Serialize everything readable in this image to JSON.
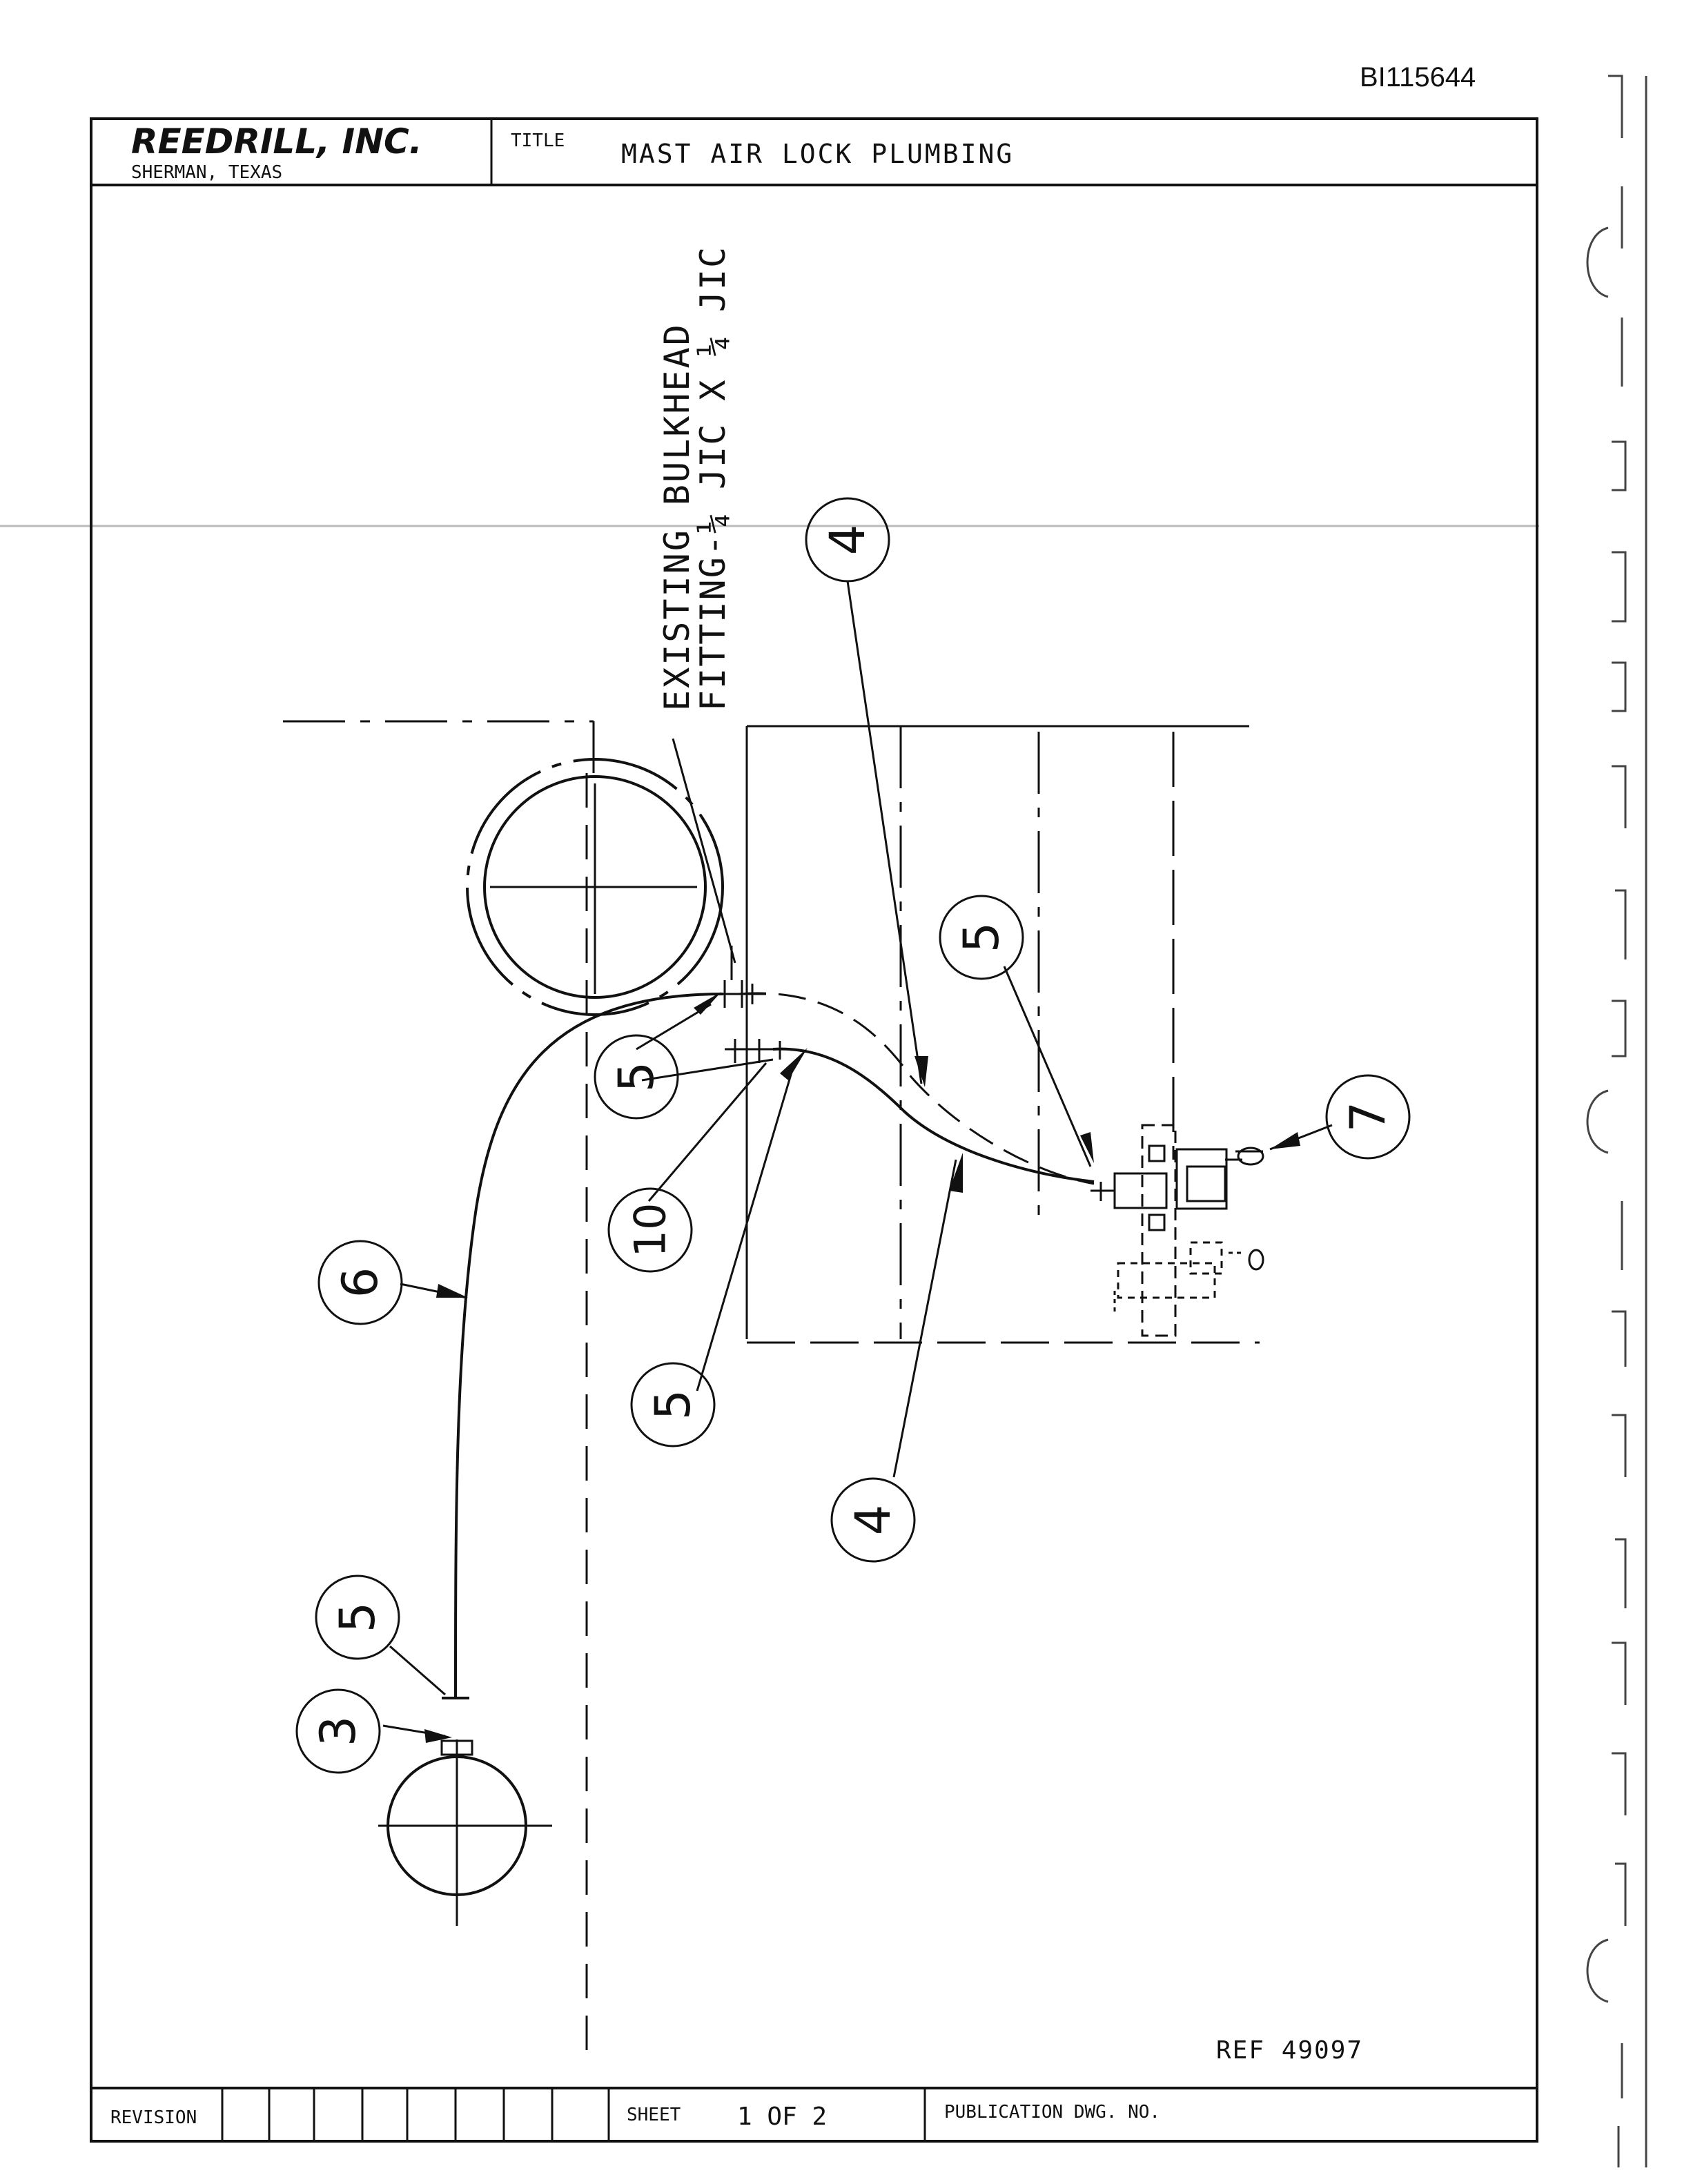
{
  "doc_id": "BI115644",
  "title_block": {
    "company": "REEDRILL, INC.",
    "location": "SHERMAN, TEXAS",
    "title_label": "TITLE",
    "title": "MAST AIR LOCK PLUMBING"
  },
  "note": {
    "line1": "EXISTING BULKHEAD",
    "line2": "FITTING-¼ JIC X ¼ JIC"
  },
  "balloons": {
    "b4_top": "4",
    "b5_right": "5",
    "b5_mid": "5",
    "b7": "7",
    "b10": "10",
    "b6": "6",
    "b5_low": "5",
    "b4_low": "4",
    "b5_left": "5",
    "b3": "3"
  },
  "ref": "REF 49097",
  "bottom_block": {
    "revision_label": "REVISION",
    "sheet_label": "SHEET",
    "sheet_value": "1 OF 2",
    "pub_label": "PUBLICATION DWG. NO."
  }
}
